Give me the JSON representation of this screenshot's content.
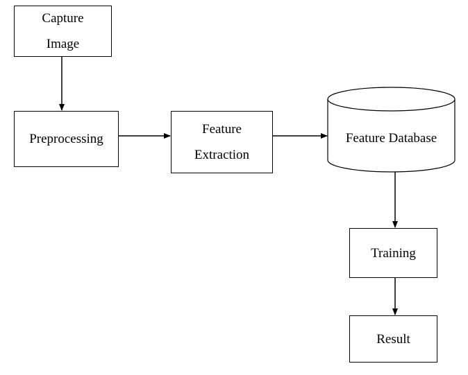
{
  "diagram": {
    "nodes": {
      "capture_image": {
        "line1": "Capture",
        "line2": "Image"
      },
      "preprocessing": {
        "label": "Preprocessing"
      },
      "feature_extraction": {
        "line1": "Feature",
        "line2": "Extraction"
      },
      "feature_database": {
        "label": "Feature Database",
        "shape": "cylinder"
      },
      "training": {
        "label": "Training"
      },
      "result": {
        "label": "Result"
      }
    },
    "edges": [
      {
        "from": "capture_image",
        "to": "preprocessing"
      },
      {
        "from": "preprocessing",
        "to": "feature_extraction"
      },
      {
        "from": "feature_extraction",
        "to": "feature_database"
      },
      {
        "from": "feature_database",
        "to": "training"
      },
      {
        "from": "training",
        "to": "result"
      }
    ],
    "colors": {
      "stroke": "#000000",
      "background": "#ffffff",
      "text": "#000000"
    }
  }
}
